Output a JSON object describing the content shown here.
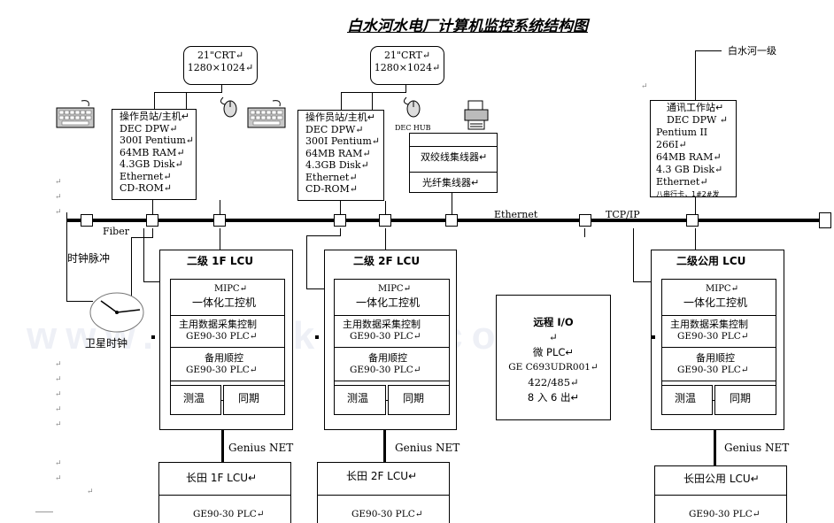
{
  "title": "白水河水电厂计算机监控系统结构图",
  "crt": [
    {
      "line1": "21\"CRT↵",
      "line2": "1280×1024↵"
    },
    {
      "line1": "21\"CRT↵",
      "line2": "1280×1024↵"
    }
  ],
  "operator_station": [
    "操作员站/主机↵",
    "DEC DPW↵",
    "300I Pentium↵",
    "64MB RAM↵",
    "4.3GB Disk↵",
    "Ethernet↵",
    "CD-ROM↵"
  ],
  "dec_hub": "DEC HUB",
  "hub_box": {
    "twisted": "双绞线集线器↵",
    "fiber": "光纤集线器↵"
  },
  "baishuihe_level1": "白水河一级",
  "comm_station": [
    "通讯工作站↵",
    "DEC DPW ↵",
    "Pentium II 266I↵",
    "64MB RAM↵",
    "4.3 GB Disk↵",
    "Ethernet↵",
    "八串行卡，1#2#发"
  ],
  "network_labels": {
    "ethernet": "Ethernet",
    "tcpip": "TCP/IP",
    "fiber": "Fiber"
  },
  "clock": {
    "pulse": "时钟脉冲",
    "satellite": "卫星时钟"
  },
  "lcu_units": [
    {
      "title": "二级 1F LCU",
      "mipc": "MIPC↵",
      "ipc": "一体化工控机",
      "main_plc": "主用数据采集控制",
      "main_model": "GE90-30 PLC↵",
      "backup_plc": "备用顺控",
      "backup_model": "GE90-30 PLC↵",
      "temp": "测温",
      "sync": "同期"
    },
    {
      "title": "二级 2F LCU",
      "mipc": "MIPC↵",
      "ipc": "一体化工控机",
      "main_plc": "主用数据采集控制",
      "main_model": "GE90-30 PLC↵",
      "backup_plc": "备用顺控",
      "backup_model": "GE90-30 PLC↵",
      "temp": "测温",
      "sync": "同期"
    },
    {
      "title": "二级公用 LCU",
      "mipc": "MIPC↵",
      "ipc": "一体化工控机",
      "main_plc": "主用数据采集控制",
      "main_model": "GE90-30 PLC↵",
      "backup_plc": "备用顺控",
      "backup_model": "GE90-30 PLC↵",
      "temp": "测温",
      "sync": "同期"
    }
  ],
  "remote_io": [
    "远程 I/O",
    "↵",
    "微 PLC↵",
    "GE C693UDR001↵",
    "422/485↵",
    "8 入 6 出↵"
  ],
  "genius_net": "Genius NET",
  "changtian": [
    {
      "title": "长田 1F LCU↵",
      "model": "GE90-30 PLC↵"
    },
    {
      "title": "长田 2F LCU↵",
      "model": "GE90-30 PLC↵"
    },
    {
      "title": "长田公用 LCU↵",
      "model": "GE90-30 PLC↵"
    }
  ],
  "para_mark": "↵",
  "watermark": "www.gongkong.com"
}
